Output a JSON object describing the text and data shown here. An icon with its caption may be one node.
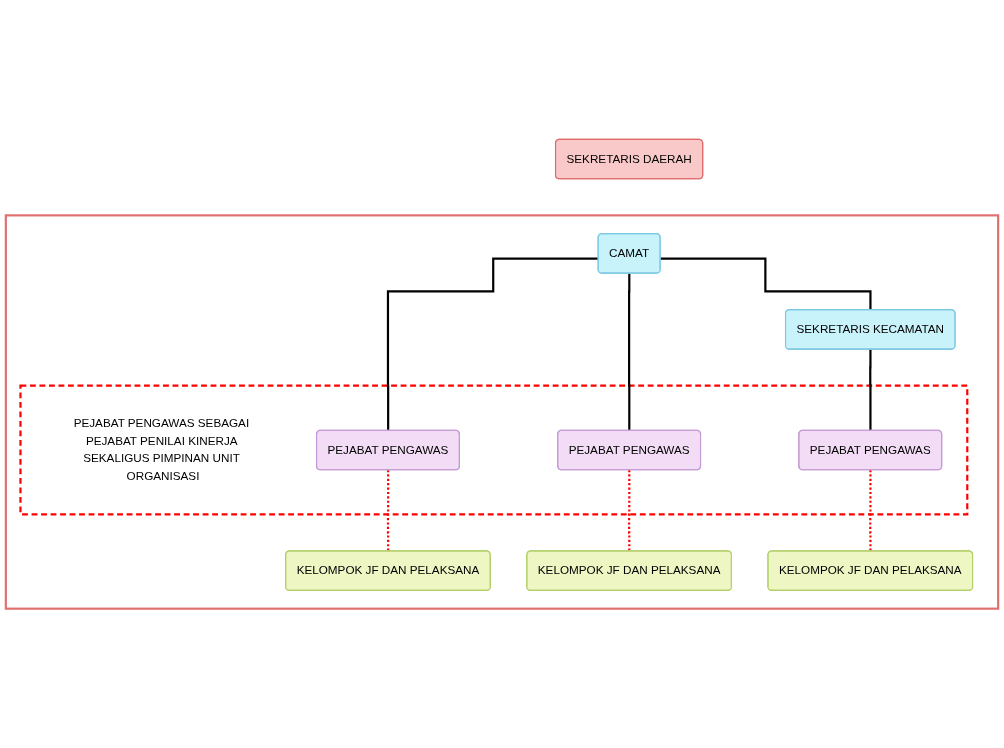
{
  "diagram": {
    "nodes": [
      {
        "text": [
          "SEKRETARIS DAERAH"
        ]
      },
      {
        "text": [],
        "shape": "box"
      },
      {
        "text": [
          "CAMAT"
        ],
        "in": 1
      },
      {
        "text": [
          "SEKRETARIS KECAMATAN"
        ],
        "in": 1
      },
      {
        "text": [
          "PEJABAT PENGAWAS SEBAGAI PEJABAT PENILAI KINERJA SEKALIGUS PIMPINAN UNIT ORGANISASI"
        ],
        "in": 1
      },
      {
        "text": [
          "PEJABAT PENGAWAS"
        ],
        "in": 4
      },
      {
        "text": [
          "PEJABAT PENGAWAS"
        ],
        "in": 4
      },
      {
        "text": [
          "PEJABAT PENGAWAS"
        ],
        "in": 4
      },
      {
        "text": [
          "KELOMPOK JF DAN PELAKSANA"
        ],
        "in": 1
      },
      {
        "text": [
          "KELOMPOK JF DAN PELAKSANA"
        ],
        "in": 1
      },
      {
        "text": [
          "KELOMPOK JF DAN PELAKSANA"
        ],
        "in": 1
      }
    ],
    "edges": [
      {
        "from": 2,
        "to": 3,
        "arrow": "none"
      },
      {
        "from": 2,
        "to": 5,
        "arrow": "none"
      },
      {
        "from": 2,
        "to": 6,
        "arrow": "none"
      },
      {
        "from": 3,
        "to": 7,
        "arrow": "none"
      },
      {
        "from": 5,
        "to": 8,
        "arrow": "none",
        "style": "dashed",
        "color": "#ff0000"
      },
      {
        "from": 6,
        "to": 9,
        "arrow": "none",
        "style": "dashed",
        "color": "#ff0000"
      },
      {
        "from": 7,
        "to": 10,
        "arrow": "none",
        "style": "dashed",
        "color": "#ff0000"
      }
    ]
  }
}
